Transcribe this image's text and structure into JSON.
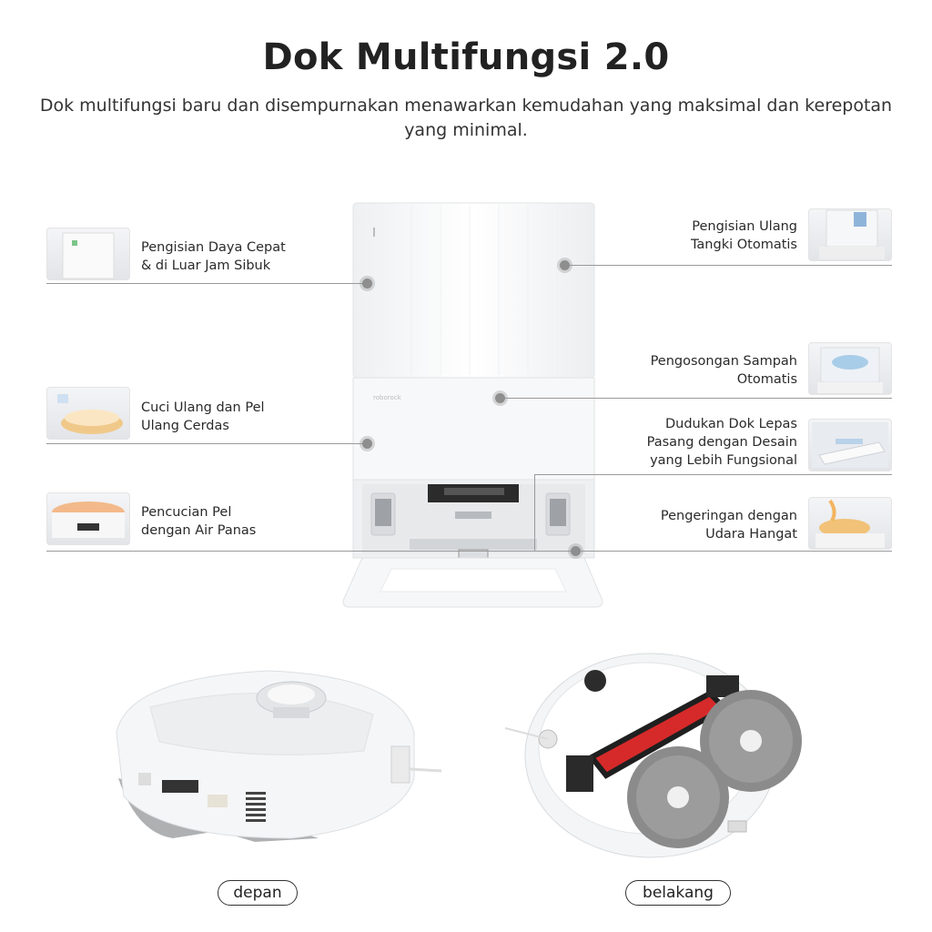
{
  "header": {
    "title": "Dok Multifungsi 2.0",
    "subtitle": "Dok multifungsi baru dan disempurnakan menawarkan kemudahan yang maksimal dan kerepotan yang minimal."
  },
  "features_left": [
    {
      "line1": "Pengisian Daya Cepat",
      "line2": "& di Luar Jam Sibuk"
    },
    {
      "line1": "Cuci Ulang dan Pel",
      "line2": "Ulang Cerdas"
    },
    {
      "line1": "Pencucian Pel",
      "line2": "dengan Air Panas"
    }
  ],
  "features_right": [
    {
      "line1": "Pengisian Ulang",
      "line2": "Tangki Otomatis"
    },
    {
      "line1": "Pengosongan Sampah",
      "line2": "Otomatis"
    },
    {
      "line1": "Dudukan Dok Lepas",
      "line2": "Pasang dengan Desain",
      "line3": "yang Lebih Fungsional"
    },
    {
      "line1": "Pengeringan dengan",
      "line2": "Udara Hangat"
    }
  ],
  "dock": {
    "brand": "roborock"
  },
  "views": {
    "front": "depan",
    "back": "belakang"
  }
}
